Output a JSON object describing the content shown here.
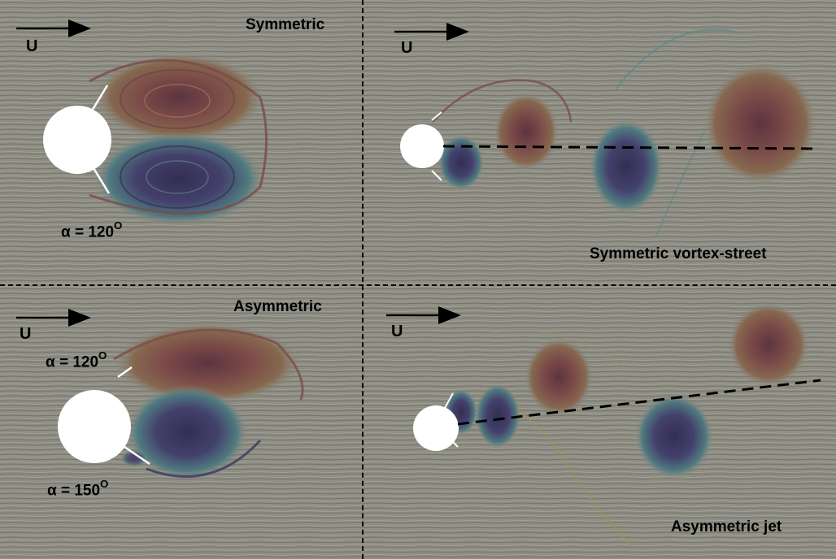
{
  "panels": {
    "top_left": {
      "title": "Symmetric",
      "velocity": "U",
      "angle": "α = 120",
      "angle_unit": "O"
    },
    "top_right": {
      "title": "Symmetric vortex-street",
      "velocity": "U"
    },
    "bottom_left": {
      "title": "Asymmetric",
      "velocity": "U",
      "angle_top": "α = 120",
      "angle_bottom": "α = 150",
      "angle_unit": "O"
    },
    "bottom_right": {
      "title": "Asymmetric jet",
      "velocity": "U"
    }
  },
  "colors": {
    "background": "#8c8c82",
    "vortex_red": "#7a3a3a",
    "vortex_blue": "#3b3b68",
    "streak_teal": "#4f8a8a",
    "streak_gold": "#a88e52",
    "cylinder": "#ffffff",
    "dashes": "#000000"
  }
}
